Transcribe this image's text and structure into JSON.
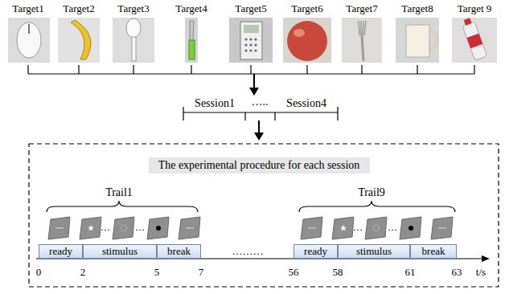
{
  "diagram": {
    "nodes": [
      {
        "text": [
          "The experimental procedure for each session"
        ]
      },
      {
        "text": [
          "ready"
        ]
      },
      {
        "text": [
          "stimulus"
        ]
      },
      {
        "text": [
          "break"
        ]
      },
      {
        "text": [
          "ready"
        ]
      },
      {
        "text": [
          "stimulus"
        ]
      },
      {
        "text": [
          "break"
        ]
      }
    ],
    "labels": [
      "Target1",
      "Target2",
      "Target3",
      "Target4",
      "Target5",
      "Target6",
      "Target7",
      "Target8",
      "Target 9",
      "Session1",
      "…..",
      "Session4",
      "Trail1",
      "…",
      "…",
      "Trail9",
      "…",
      "…",
      "………",
      "0",
      "2",
      "5",
      "7",
      "56",
      "58",
      "61",
      "63",
      "t/s"
    ]
  }
}
